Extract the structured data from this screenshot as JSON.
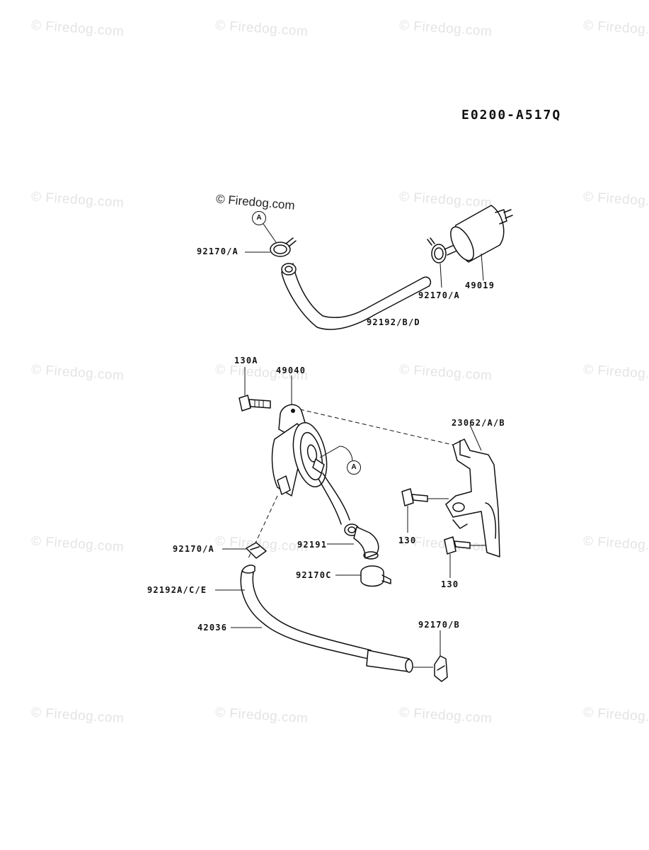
{
  "watermark_text": "© Firedog.com",
  "diagram_code": "E0200-A517Q",
  "copyright_note": "© Firedog.com",
  "reference_marker": "A",
  "parts": {
    "clamp_a_top_left": "92170/A",
    "clamp_a_top_right": "92170/A",
    "fuel_filter": "49019",
    "hose_top": "92192/B/D",
    "bolt_130a": "130A",
    "fuel_pump": "49040",
    "bracket": "23062/A/B",
    "bolt_130_upper": "130",
    "bolt_130_lower": "130",
    "clamp_a_lower": "92170/A",
    "hose_92191": "92191",
    "clamp_c": "92170C",
    "hose_lower": "92192A/C/E",
    "hose_42036": "42036",
    "clamp_b": "92170/B"
  },
  "colors": {
    "line": "#111111",
    "watermark": "#e4e4e4",
    "background": "#ffffff"
  }
}
